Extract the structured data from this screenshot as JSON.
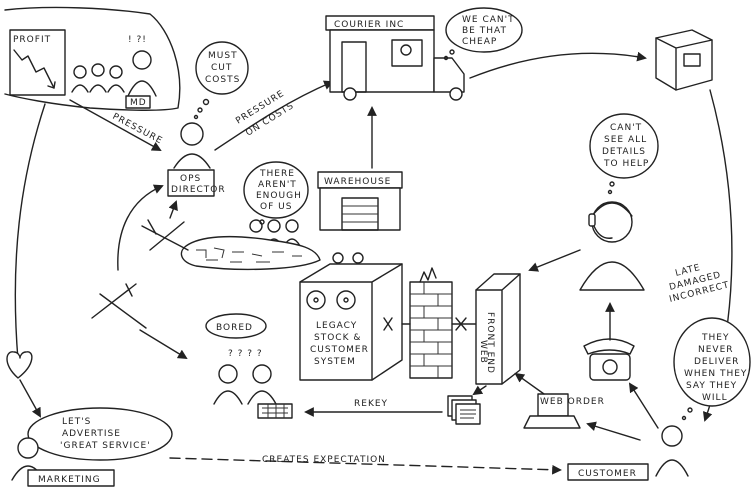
{
  "labels": {
    "profit": "PROFIT",
    "shock": "! ?!",
    "md": "MD",
    "pressure": "PRESSURE",
    "pressure_on_costs": [
      "PRESSURE",
      "ON COSTS"
    ],
    "must_cut_costs": [
      "MUST",
      "CUT",
      "COSTS"
    ],
    "ops_director": [
      "OPS",
      "DIRECTOR"
    ],
    "courier": "COURIER INC",
    "courier_thought": [
      "WE CAN'T",
      "BE THAT",
      "CHEAP"
    ],
    "warehouse": "WAREHOUSE",
    "warehouse_staff_thought": [
      "THERE",
      "AREN'T",
      "ENOUGH",
      "OF US"
    ],
    "call_centre_thought": [
      "CAN'T",
      "SEE ALL",
      "DETAILS",
      "TO HELP"
    ],
    "complaints": [
      "LATE",
      "DAMAGED",
      "INCORRECT"
    ],
    "customer_thought": [
      "THEY",
      "NEVER",
      "DELIVER",
      "WHEN THEY",
      "SAY THEY",
      "WILL"
    ],
    "bored": "BORED",
    "legacy_system": [
      "LEGACY",
      "STOCK &",
      "CUSTOMER",
      "SYSTEM"
    ],
    "front_end": "FRONT END",
    "web": "WEB",
    "web_order": "WEB ORDER",
    "rekey": "REKEY",
    "marketing_thought": [
      "LET'S",
      "ADVERTISE",
      "'GREAT SERVICE'"
    ],
    "marketing": "MARKETING",
    "creates_expectation": "CREATES EXPECTATION",
    "customer": "CUSTOMER"
  }
}
